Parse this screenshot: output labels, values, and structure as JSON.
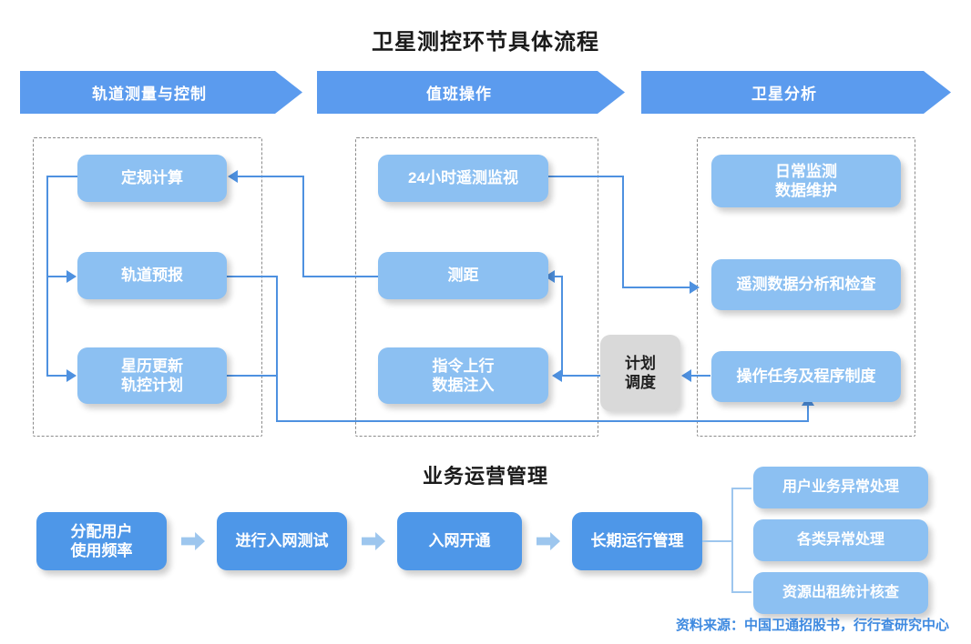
{
  "titles": {
    "main": "卫星测控环节具体流程",
    "sub": "业务运营管理"
  },
  "phases": [
    {
      "label": "轨道测量与控制"
    },
    {
      "label": "值班操作"
    },
    {
      "label": "卫星分析"
    }
  ],
  "columns": {
    "orbit": [
      {
        "label": "定规计算"
      },
      {
        "label": "轨道预报"
      },
      {
        "label": "星历更新\n轨控计划",
        "line1": "星历更新",
        "line2": "轨控计划"
      }
    ],
    "duty": [
      {
        "label": "24小时遥测监视"
      },
      {
        "label": "测距"
      },
      {
        "label": "指令上行\n数据注入",
        "line1": "指令上行",
        "line2": "数据注入"
      }
    ],
    "analysis": [
      {
        "label": "日常监测\n数据维护",
        "line1": "日常监测",
        "line2": "数据维护"
      },
      {
        "label": "遥测数据分析和检查"
      },
      {
        "label": "操作任务及程序制度"
      }
    ]
  },
  "scheduler": {
    "line1": "计划",
    "line2": "调度"
  },
  "operations": {
    "steps": [
      {
        "label": "分配用户\n使用频率",
        "line1": "分配用户",
        "line2": "使用频率"
      },
      {
        "label": "进行入网测试"
      },
      {
        "label": "入网开通"
      },
      {
        "label": "长期运行管理"
      }
    ],
    "branches": [
      {
        "label": "用户业务异常处理"
      },
      {
        "label": "各类异常处理"
      },
      {
        "label": "资源出租统计核查"
      }
    ]
  },
  "source": "资料来源：中国卫通招股书，行行查研究中心",
  "colors": {
    "banner": "#5b9bee",
    "node_light": "#8cc0f2",
    "node_solid": "#4e97e8",
    "node_grey": "#d9d9d9",
    "connector": "#4e91e0",
    "connector_light": "#9dc6ee",
    "source_text": "#3f8ae0",
    "group_border": "#8a8a8a"
  }
}
